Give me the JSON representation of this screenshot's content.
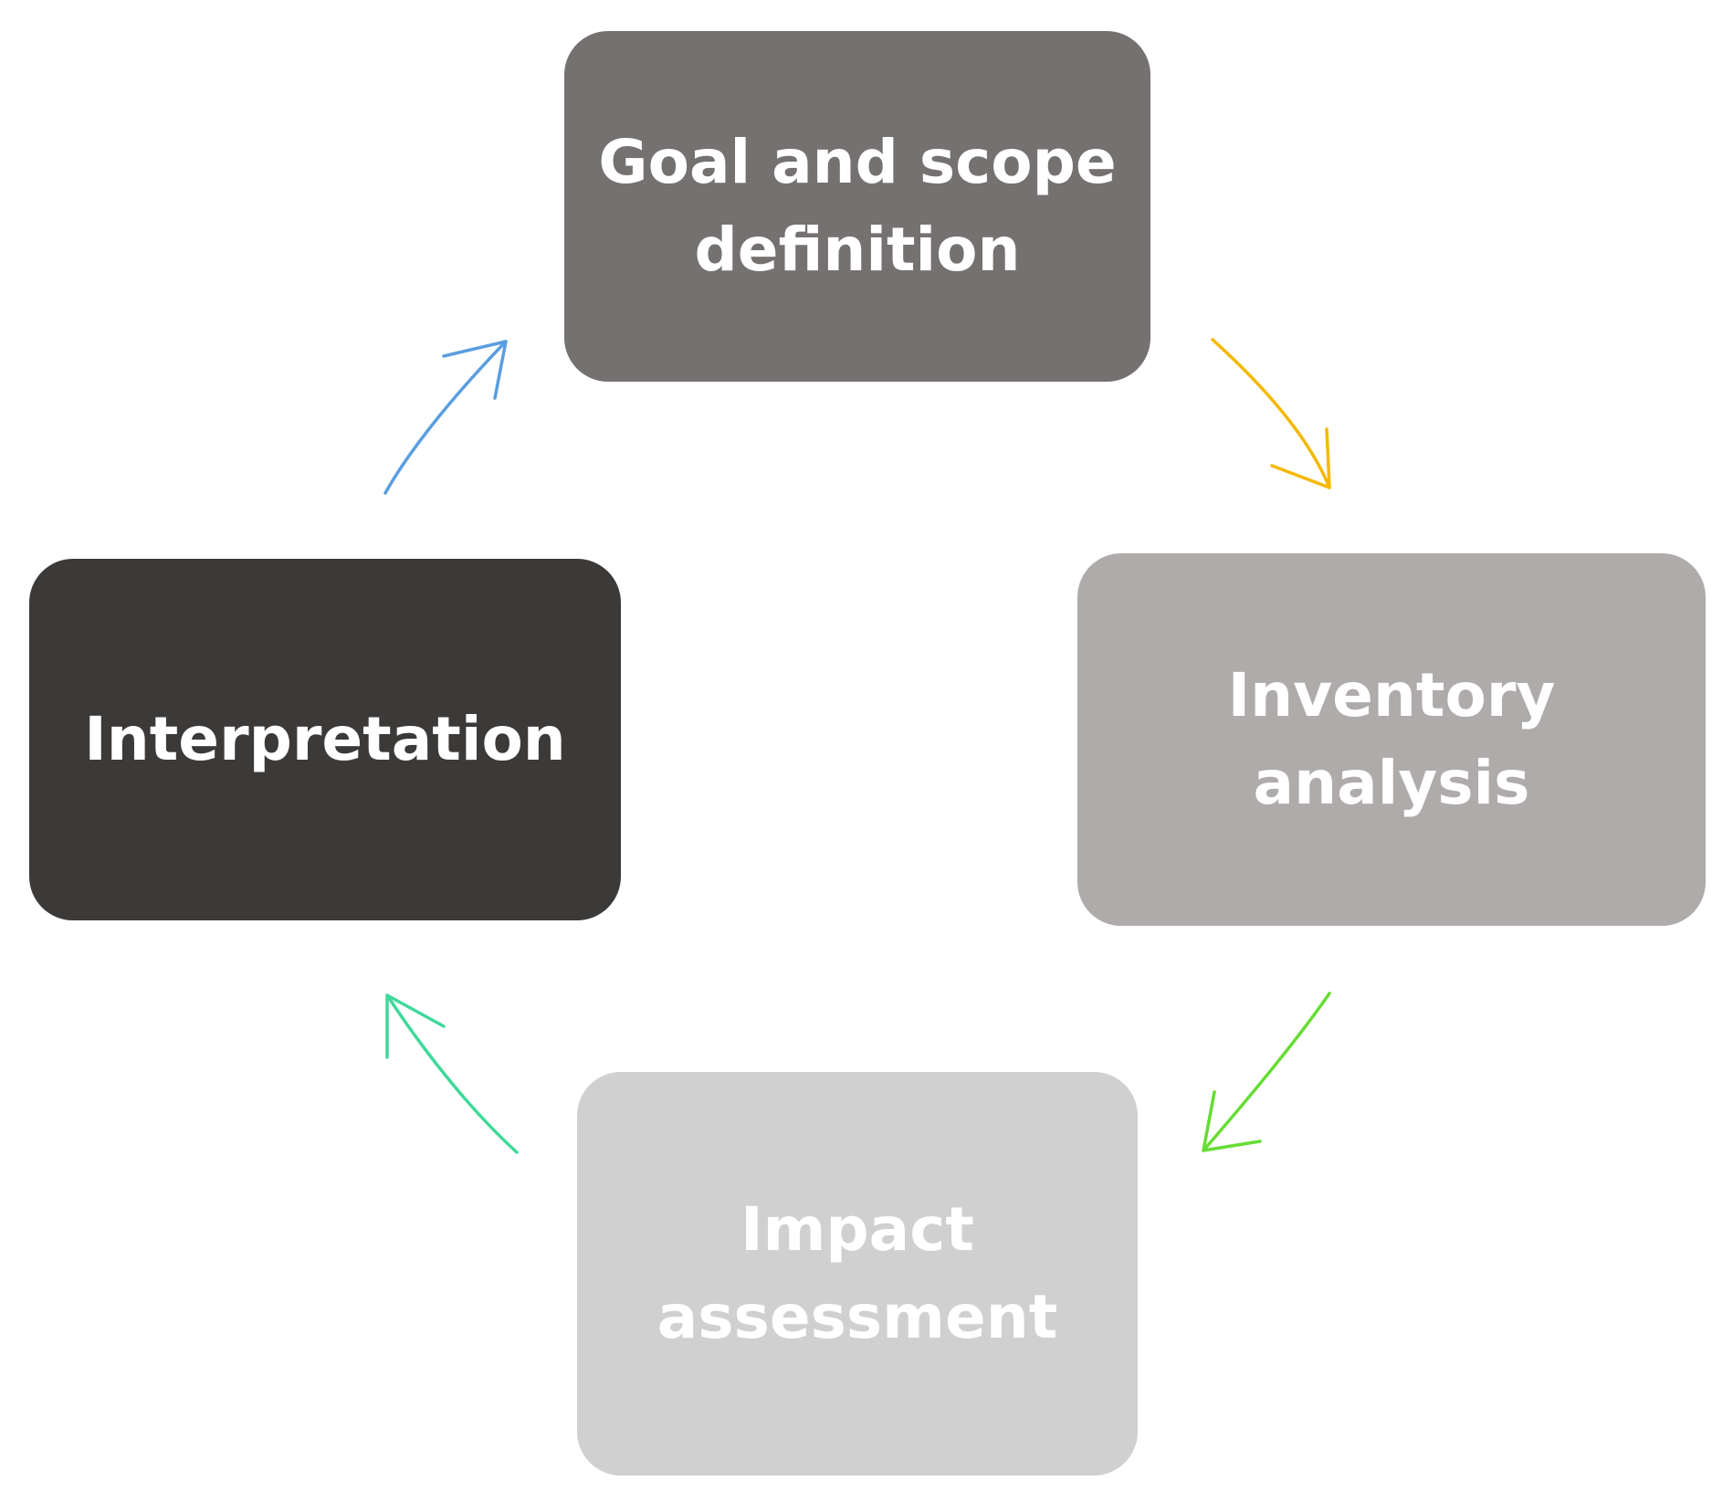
{
  "diagram": {
    "steps": [
      {
        "id": "goal",
        "label": "Goal and scope\ndefinition",
        "color": "#747170"
      },
      {
        "id": "inventory",
        "label": "Inventory\nanalysis",
        "color": "#aeabaa"
      },
      {
        "id": "impact",
        "label": "Impact\nassessment",
        "color": "#d1d0d0"
      },
      {
        "id": "interpretation",
        "label": "Interpretation",
        "color": "#3c3a39"
      }
    ],
    "arrows": [
      {
        "from": "goal",
        "to": "inventory",
        "color": "#f5b800"
      },
      {
        "from": "inventory",
        "to": "impact",
        "color": "#66dd33"
      },
      {
        "from": "impact",
        "to": "interpretation",
        "color": "#3fd99a"
      },
      {
        "from": "interpretation",
        "to": "goal",
        "color": "#5a9ee0"
      }
    ]
  }
}
